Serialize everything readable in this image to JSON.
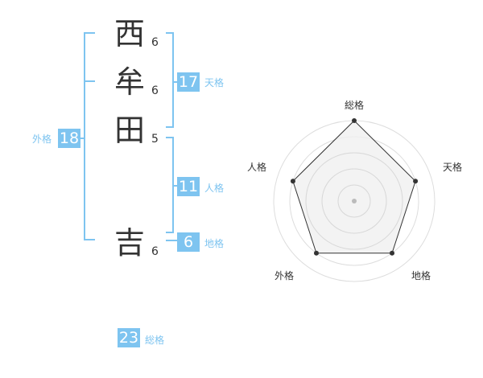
{
  "name": {
    "chars": [
      {
        "char": "西",
        "strokes": "6"
      },
      {
        "char": "牟",
        "strokes": "6"
      },
      {
        "char": "田",
        "strokes": "5"
      },
      {
        "char": "吉",
        "strokes": "6"
      }
    ]
  },
  "kakaku": {
    "tenkaku": {
      "value": "17",
      "label": "天格"
    },
    "jinkaku": {
      "value": "11",
      "label": "人格"
    },
    "chikaku": {
      "value": "6",
      "label": "地格"
    },
    "gaikaku": {
      "value": "18",
      "label": "外格"
    },
    "soukaku": {
      "value": "23",
      "label": "総格"
    }
  },
  "radar": {
    "axes": [
      "総格",
      "天格",
      "地格",
      "外格",
      "人格"
    ],
    "values": [
      5,
      4,
      4,
      4,
      4
    ],
    "max": 5,
    "line_color": "#333333",
    "fill_color": "#f0f0f0",
    "accent": "#7ec4f0"
  }
}
